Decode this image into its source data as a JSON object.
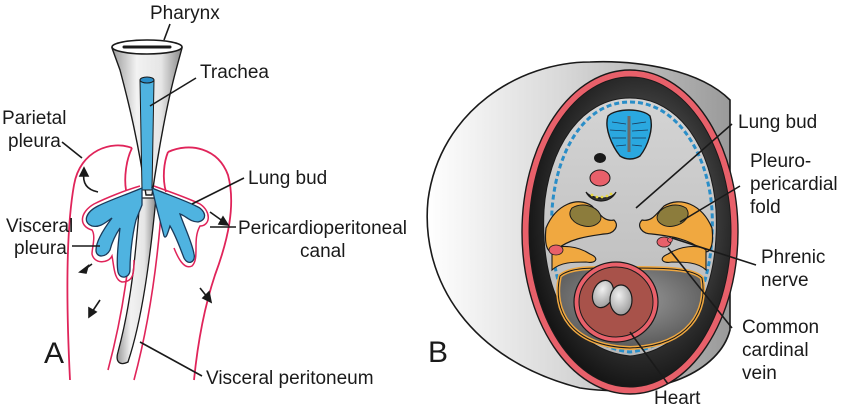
{
  "figure": {
    "panels": [
      {
        "letter": "A",
        "labels": {
          "pharynx": "Pharynx",
          "trachea": "Trachea",
          "parietal_pleura": [
            "Parietal",
            "pleura"
          ],
          "lung_bud": "Lung bud",
          "visceral_pleura": [
            "Visceral",
            "pleura"
          ],
          "pericardioperitoneal_canal": [
            "Pericardioperitoneal",
            "canal"
          ],
          "visceral_peritoneum": "Visceral peritoneum"
        }
      },
      {
        "letter": "B",
        "labels": {
          "lung_bud": "Lung bud",
          "pleuropericardial_fold": [
            "Pleuro-",
            "pericardial",
            "fold"
          ],
          "phrenic_nerve": [
            "Phrenic",
            "nerve"
          ],
          "common_cardinal_vein": [
            "Common",
            "cardinal",
            "vein"
          ],
          "heart": "Heart"
        }
      }
    ],
    "colors": {
      "lung_blue": "#4fb3e0",
      "membrane_red": "#e0245a",
      "body_wall_pink": "#e8606a",
      "fold_orange": "#f0a840",
      "heart_brown": "#a8524a",
      "lung_olive": "#8c7c3c",
      "cavity_gray": "#6a6a6a",
      "ectoderm_blue": "#2a8ec8"
    }
  }
}
